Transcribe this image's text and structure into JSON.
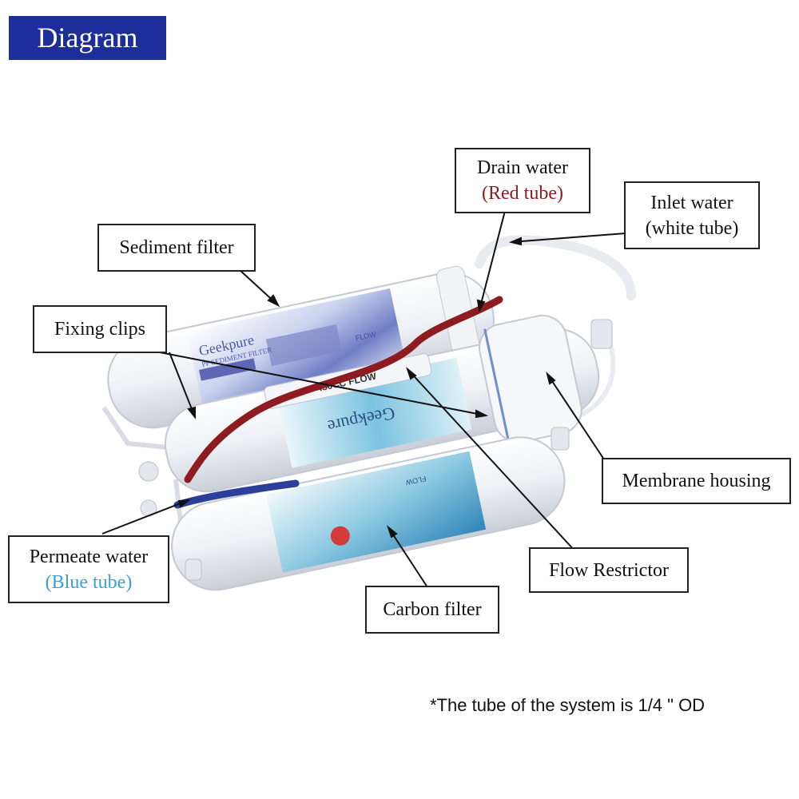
{
  "header": {
    "title": "Diagram"
  },
  "labels": {
    "sediment_filter": "Sediment filter",
    "fixing_clips": "Fixing clips",
    "drain_water": "Drain water",
    "drain_color": "(Red tube)",
    "inlet_water": "Inlet water",
    "inlet_color": "(white tube)",
    "membrane_housing": "Membrane housing",
    "permeate_water": "Permeate water",
    "permeate_color": "(Blue tube)",
    "flow_restrictor": "Flow Restrictor",
    "carbon_filter": "Carbon filter"
  },
  "product": {
    "brand": "Geekpure",
    "sediment_label": "PP SEDIMENT FILTER",
    "flow_label": "FLOW",
    "restrictor_label": "450CC FLOW"
  },
  "footnote": "*The tube of the system is 1/4 \" OD",
  "colors": {
    "banner": "#1d2d9a",
    "red_tube": "#8e1b1f",
    "blue_tube": "#2b3f9a",
    "blue_text": "#3aa0d8"
  }
}
